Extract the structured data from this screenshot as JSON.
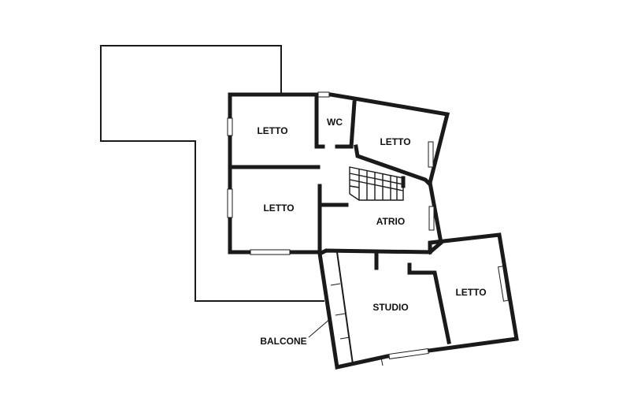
{
  "rooms": {
    "letto_top_left": "LETTO",
    "wc": "WC",
    "letto_top_right": "LETTO",
    "letto_mid_left": "LETTO",
    "atrio": "ATRIO",
    "studio": "STUDIO",
    "letto_bottom_right": "LETTO"
  },
  "annotations": {
    "balcone": "BALCONE"
  },
  "colors": {
    "ink": "#1a1a1a",
    "background": "#ffffff"
  }
}
